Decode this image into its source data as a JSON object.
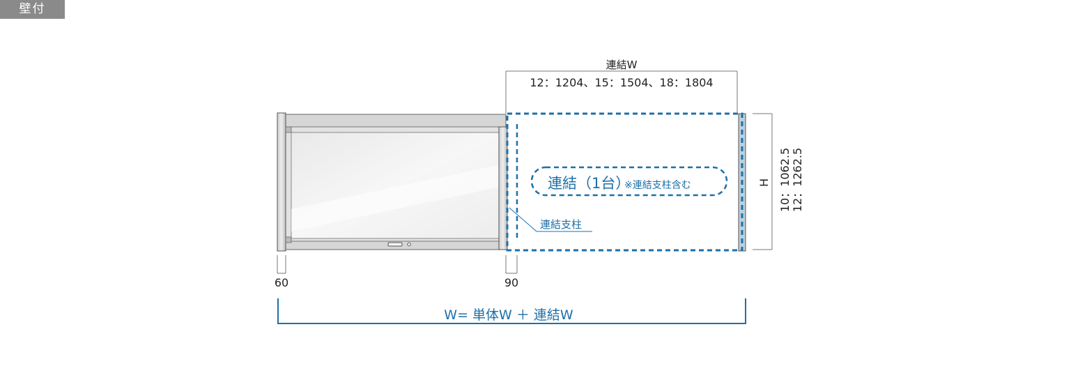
{
  "tag": {
    "label": "壁付"
  },
  "dimensions": {
    "connect_w_label": "連結W",
    "connect_w_values": "12：1204、15：1504、18：1804",
    "height_label": "H",
    "height_value_10": "10：1062.5",
    "height_value_12": "12：1262.5",
    "left_post": "60",
    "connect_post": "90"
  },
  "labels": {
    "connect_unit": "連結（1台）",
    "connect_unit_note": "※連結支柱含む",
    "connect_post_label": "連結支柱",
    "total_formula": "W= 単体W ＋ 連結W"
  },
  "colors": {
    "accent_blue": "#1d6fa8",
    "line_gray": "#555555",
    "tag_gray": "#8a8a8a"
  }
}
